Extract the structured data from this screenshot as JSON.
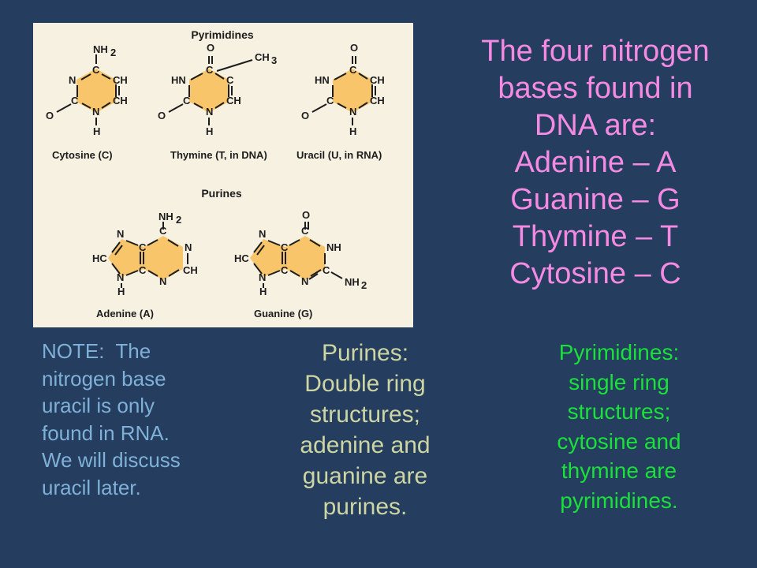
{
  "figure": {
    "pyrimidines_heading": "Pyrimidines",
    "purines_heading": "Purines",
    "captions": {
      "cytosine": "Cytosine (C)",
      "thymine": "Thymine (T, in DNA)",
      "uracil": "Uracil (U, in RNA)",
      "adenine": "Adenine (A)",
      "guanine": "Guanine (G)"
    }
  },
  "title_lines": [
    "The four nitrogen",
    "bases found in",
    "DNA are:",
    "Adenine – A",
    "Guanine – G",
    "Thymine – T",
    "Cytosine – C"
  ],
  "note_lines": [
    "NOTE:  The",
    "nitrogen base",
    "uracil is only",
    "found in RNA.",
    "We will discuss",
    "uracil later."
  ],
  "purines_lines": [
    "Purines:",
    "Double ring",
    "structures;",
    "adenine and",
    "guanine are",
    "purines."
  ],
  "pyrimidines_lines": [
    "Pyrimidines:",
    "single ring",
    "structures;",
    "cytosine and",
    "thymine are",
    "pyrimidines."
  ],
  "colors": {
    "background": "#253d5e",
    "title": "#f58ae3",
    "note": "#7fb1d8",
    "purines_text": "#cdd6a3",
    "pyrimidines_text": "#19e13a",
    "ring_fill": "#f9c56b",
    "figure_bg": "#f6f1e1"
  }
}
